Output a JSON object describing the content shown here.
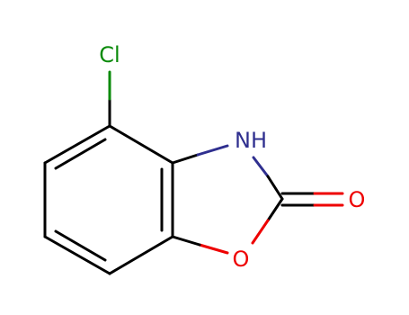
{
  "molecule": {
    "atom_labels": {
      "chlorine": "Cl",
      "nitrogen_h": "NH",
      "carbonyl_oxygen": "O",
      "ring_oxygen": "O"
    },
    "colors": {
      "bond": "#000000",
      "chlorine": "#0a8a0a",
      "nitrogen": "#2f2f8f",
      "oxygen": "#ee0000"
    }
  }
}
